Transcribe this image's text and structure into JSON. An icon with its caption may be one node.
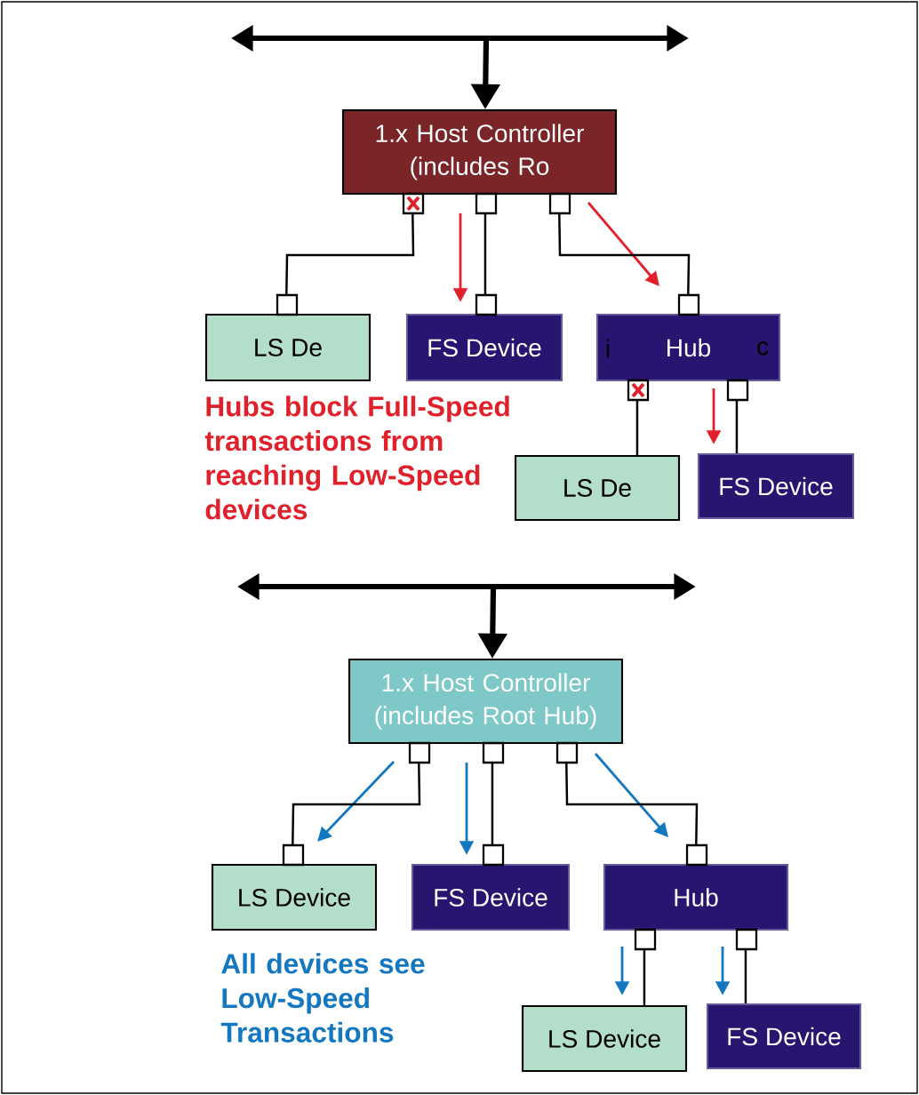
{
  "diagram": {
    "nodes": [
      {
        "text": [
          "1.x Host Controller (includes Ro"
        ]
      },
      {
        "text": [
          "LS De"
        ]
      },
      {
        "text": [
          "FS Device"
        ]
      },
      {
        "text": [
          "i",
          "Hub",
          "c"
        ]
      },
      {
        "text": [
          "LS De"
        ]
      },
      {
        "text": [
          "FS Device"
        ]
      },
      {
        "text": [
          "1.x Host Controller (includes Root Hub)"
        ]
      },
      {
        "text": [
          "LS Device"
        ]
      },
      {
        "text": [
          "FS Device"
        ]
      },
      {
        "text": [
          "Hub"
        ]
      },
      {
        "text": [
          "LS Device"
        ]
      },
      {
        "text": [
          "FS Device"
        ]
      }
    ],
    "edges": [
      {
        "from": null,
        "to": 0,
        "arrow": "to",
        "style": "thick"
      },
      {
        "from": 0,
        "to": 1,
        "arrow": "other"
      },
      {
        "from": 0,
        "to": 2,
        "arrow": "other"
      },
      {
        "from": 0,
        "to": 3,
        "arrow": "other"
      },
      {
        "from": 3,
        "to": 4,
        "arrow": "other"
      },
      {
        "from": 3,
        "to": 5,
        "arrow": "other"
      },
      {
        "from": null,
        "to": 6,
        "arrow": "to",
        "style": "thick"
      },
      {
        "from": 6,
        "to": 7,
        "arrow": "other"
      },
      {
        "from": 6,
        "to": 8,
        "arrow": "other"
      },
      {
        "from": 6,
        "to": 9,
        "arrow": "other"
      },
      {
        "from": 9,
        "to": 10,
        "arrow": "other"
      },
      {
        "from": 9,
        "to": 11,
        "arrow": "other"
      }
    ],
    "labels": [
      "Hubs block Full-Speed transactions from reaching Low-Speed devices",
      "All devices see Low-Speed Transactions"
    ]
  }
}
